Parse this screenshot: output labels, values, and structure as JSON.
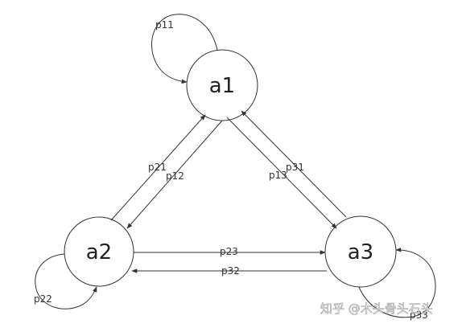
{
  "nodes": {
    "a1": "a1",
    "a2": "a2",
    "a3": "a3"
  },
  "edges": {
    "p11": "p11",
    "p12": "p12",
    "p21": "p21",
    "p13": "p13",
    "p31": "p31",
    "p23": "p23",
    "p32": "p32",
    "p22": "p22",
    "p33": "p33"
  },
  "watermark": "知乎 @木头骨头石头"
}
